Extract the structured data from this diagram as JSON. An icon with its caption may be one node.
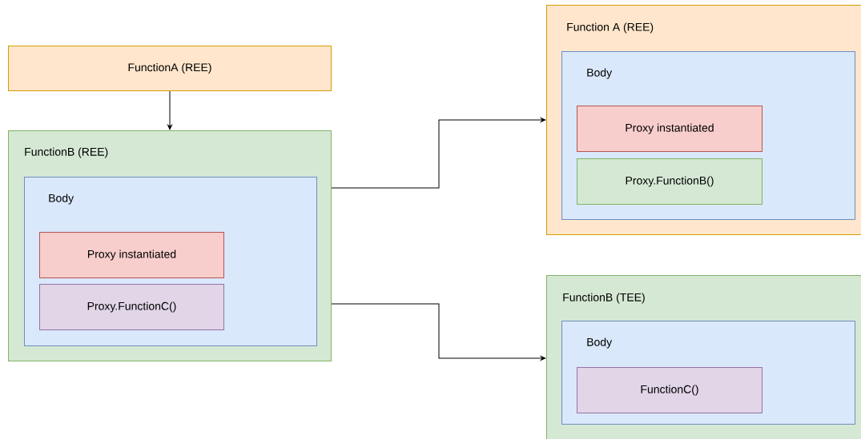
{
  "diagram": {
    "nodes": [
      {
        "text": [
          "FunctionA (REE)"
        ]
      },
      {
        "text": [
          "FunctionB (REE)"
        ]
      },
      {
        "text": [
          "Body"
        ],
        "in": 1
      },
      {
        "text": [
          "Proxy instantiated"
        ],
        "in": 2
      },
      {
        "text": [
          "Proxy.FunctionC()"
        ],
        "in": 2
      },
      {
        "text": [
          "Function A (REE)"
        ]
      },
      {
        "text": [
          "Body"
        ],
        "in": 5
      },
      {
        "text": [
          "Proxy instantiated"
        ],
        "in": 6
      },
      {
        "text": [
          "Proxy.FunctionB()"
        ],
        "in": 6
      },
      {
        "text": [
          "FunctionB (TEE)"
        ]
      },
      {
        "text": [
          "Body"
        ],
        "in": 9
      },
      {
        "text": [
          "FunctionC()"
        ],
        "in": 10
      }
    ],
    "edges": [
      {
        "from": 0,
        "to": 1,
        "arrow": "to"
      },
      {
        "from": 1,
        "to": 5,
        "arrow": "to"
      },
      {
        "from": 1,
        "to": 9,
        "arrow": "to"
      }
    ]
  }
}
